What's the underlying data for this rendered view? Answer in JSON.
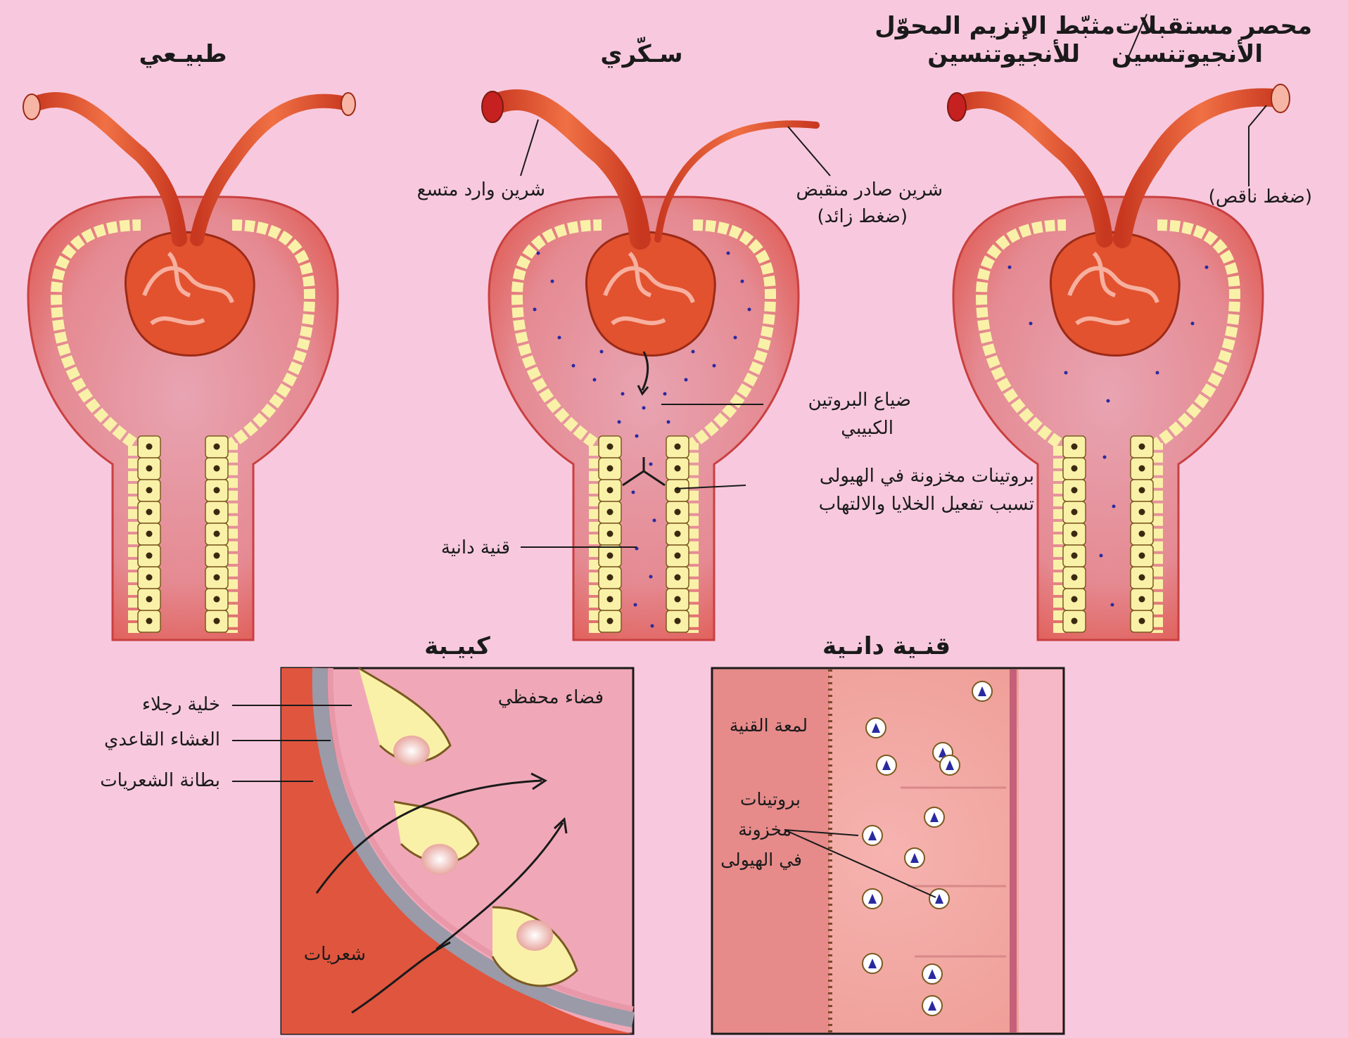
{
  "titles": {
    "normal": "طبيـعي",
    "diabetic": "سـكّري",
    "treated_line1": "محصر مستقبلات",
    "treated_line1b": "مثبّط الإنزيم المحوّل",
    "treated_line2": "الأنجيوتنسين",
    "treated_line2b": "للأنجيوتنسين",
    "glomerulus_box": "كبيـبة",
    "tubule_box": "قنـية دانـية"
  },
  "labels": {
    "afferent": "شرين وارد متسع",
    "efferent_l1": "شرين صادر منقبض",
    "efferent_l2": "(ضغط زائد)",
    "under_pressure": "(ضغط ناقص)",
    "protein_loss_l1": "ضياع البروتين",
    "protein_loss_l2": "الكبيبي",
    "stored_l1": "بروتينات مخزونة في الهيولى",
    "stored_l2": "تسبب تفعيل الخلايا والالتهاب",
    "proximal_tubule": "قنية دانية",
    "podocyte": "خلية رجلاء",
    "basement": "الغشاء القاعدي",
    "endothelium": "بطانة الشعريات",
    "bowman_space": "فضاء محفظي",
    "capillaries": "شعريات",
    "lumen": "لمعة القنية",
    "proteins_l1": "بروتينات",
    "proteins_l2": "مخزونة",
    "proteins_l3": "في الهيولى"
  },
  "colors": {
    "background": "#f8c9de",
    "vessel": "#e2522f",
    "capsule": "#ea6e6a",
    "cells": "#faf1a8",
    "protein_dots": "#2a2aa0"
  }
}
